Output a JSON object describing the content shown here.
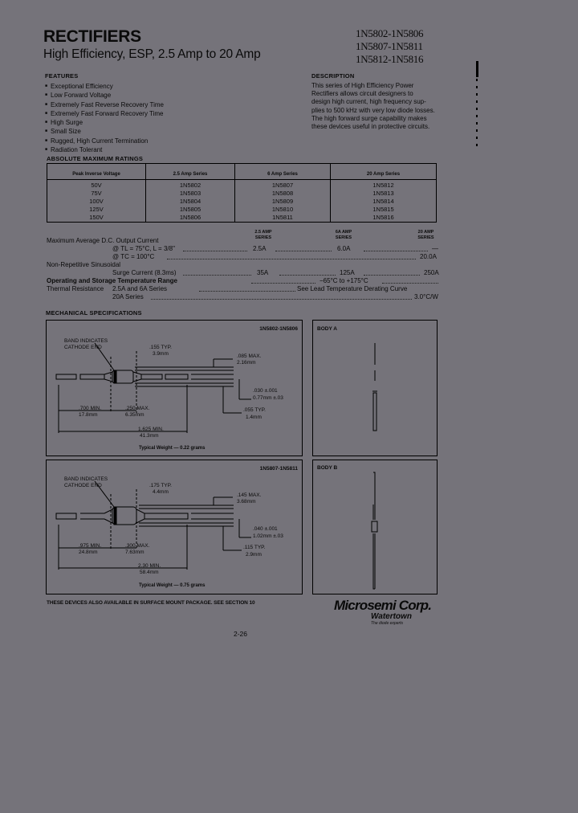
{
  "header": {
    "title": "RECTIFIERS",
    "subtitle": "High Efficiency, ESP, 2.5 Amp to 20 Amp",
    "part_ranges": [
      "1N5802-1N5806",
      "1N5807-1N5811",
      "1N5812-1N5816"
    ]
  },
  "features": {
    "heading": "FEATURES",
    "items": [
      "Exceptional Efficiency",
      "Low Forward Voltage",
      "Extremely Fast Reverse Recovery Time",
      "Extremely Fast Forward Recovery Time",
      "High Surge",
      "Small Size",
      "Rugged, High Current Termination",
      "Radiation Tolerant"
    ]
  },
  "description": {
    "heading": "DESCRIPTION",
    "lines": [
      "This series of High Efficiency Power",
      "Rectifiers allows circuit designers to",
      "design high current, high frequency sup-",
      "plies to 500 kHz with very low diode losses.",
      "The high forward surge capability makes",
      "these devices useful in protective circuits."
    ]
  },
  "absolute_max_ratings": {
    "heading": "ABSOLUTE MAXIMUM RATINGS",
    "columns": [
      "Peak Inverse Voltage",
      "2.5 Amp Series",
      "6 Amp Series",
      "20 Amp Series"
    ],
    "rows": [
      [
        "50V",
        "1N5802",
        "1N5807",
        "1N5812"
      ],
      [
        "75V",
        "1N5803",
        "1N5808",
        "1N5813"
      ],
      [
        "100V",
        "1N5804",
        "1N5809",
        "1N5814"
      ],
      [
        "125V",
        "1N5805",
        "1N5810",
        "1N5815"
      ],
      [
        "150V",
        "1N5806",
        "1N5811",
        "1N5816"
      ]
    ]
  },
  "ratings": {
    "col_headers": [
      "2.5 AMP SERIES",
      "6A AMP SERIES",
      "20 AMP SERIES"
    ],
    "max_avg_label": "Maximum Average D.C. Output Current",
    "cond1": "@ TL = 75°C, L = 3/8\"",
    "cond1_vals": [
      "2.5A",
      "6.0A",
      "—"
    ],
    "cond2": "@ TC = 100°C",
    "cond2_vals": [
      "",
      "",
      "20.0A"
    ],
    "nonrep_label": "Non-Repetitive Sinusoidal",
    "surge_label": "Surge Current (8.3ms)",
    "surge_vals": [
      "35A",
      "125A",
      "250A"
    ],
    "temp_label": "Operating and Storage Temperature Range",
    "temp_val": "−65°C to +175°C",
    "thermal_label": "Thermal Resistance",
    "thermal_series1": "2.5A and 6A Series",
    "thermal_val1": "See Lead Temperature Derating Curve",
    "thermal_series2": "20A Series",
    "thermal_val2": "3.0°C/W"
  },
  "mechanical": {
    "heading": "MECHANICAL SPECIFICATIONS",
    "drawing1": {
      "part_range": "1N5802-1N5806",
      "band_note_1": "BAND INDICATES",
      "band_note_2": "CATHODE END",
      "body_len_in": ".155 TYP.",
      "body_len_mm": "3.9mm",
      "body_dia_in": ".085 MAX.",
      "body_dia_mm": "2.16mm",
      "lead_dia_in": ".030 ±.001",
      "lead_dia_mm": "0.77mm ±.03",
      "end_dia_in": ".055 TYP.",
      "end_dia_mm": "1.4mm",
      "lead_len_in": ".700 MIN.",
      "lead_len_mm": "17.8mm",
      "body_max_in": ".250 MAX.",
      "body_max_mm": "6.35mm",
      "total_len_in": "1.625 MIN.",
      "total_len_mm": "41.3mm",
      "weight": "Typical Weight — 0.22 grams"
    },
    "body_a_label": "BODY A",
    "drawing2": {
      "part_range": "1N5807-1N5811",
      "band_note_1": "BAND INDICATES",
      "band_note_2": "CATHODE END",
      "body_len_in": ".175 TYP.",
      "body_len_mm": "4.4mm",
      "body_dia_in": ".145 MAX.",
      "body_dia_mm": "3.68mm",
      "lead_dia_in": ".040 ±.001",
      "lead_dia_mm": "1.02mm ±.03",
      "end_dia_in": ".115 TYP.",
      "end_dia_mm": "2.9mm",
      "lead_len_in": ".975 MIN.",
      "lead_len_mm": "24.8mm",
      "body_max_in": ".300 MAX.",
      "body_max_mm": "7.63mm",
      "total_len_in": "2.30 MIN.",
      "total_len_mm": "58.4mm",
      "weight": "Typical Weight — 0.75 grams"
    },
    "body_b_label": "BODY B"
  },
  "footer": {
    "note": "THESE DEVICES ALSO AVAILABLE IN SURFACE MOUNT PACKAGE. SEE SECTION 10",
    "page": "2-26",
    "logo_line1": "Microsemi Corp.",
    "logo_line2": "Watertown",
    "logo_line3": "The diode experts"
  }
}
